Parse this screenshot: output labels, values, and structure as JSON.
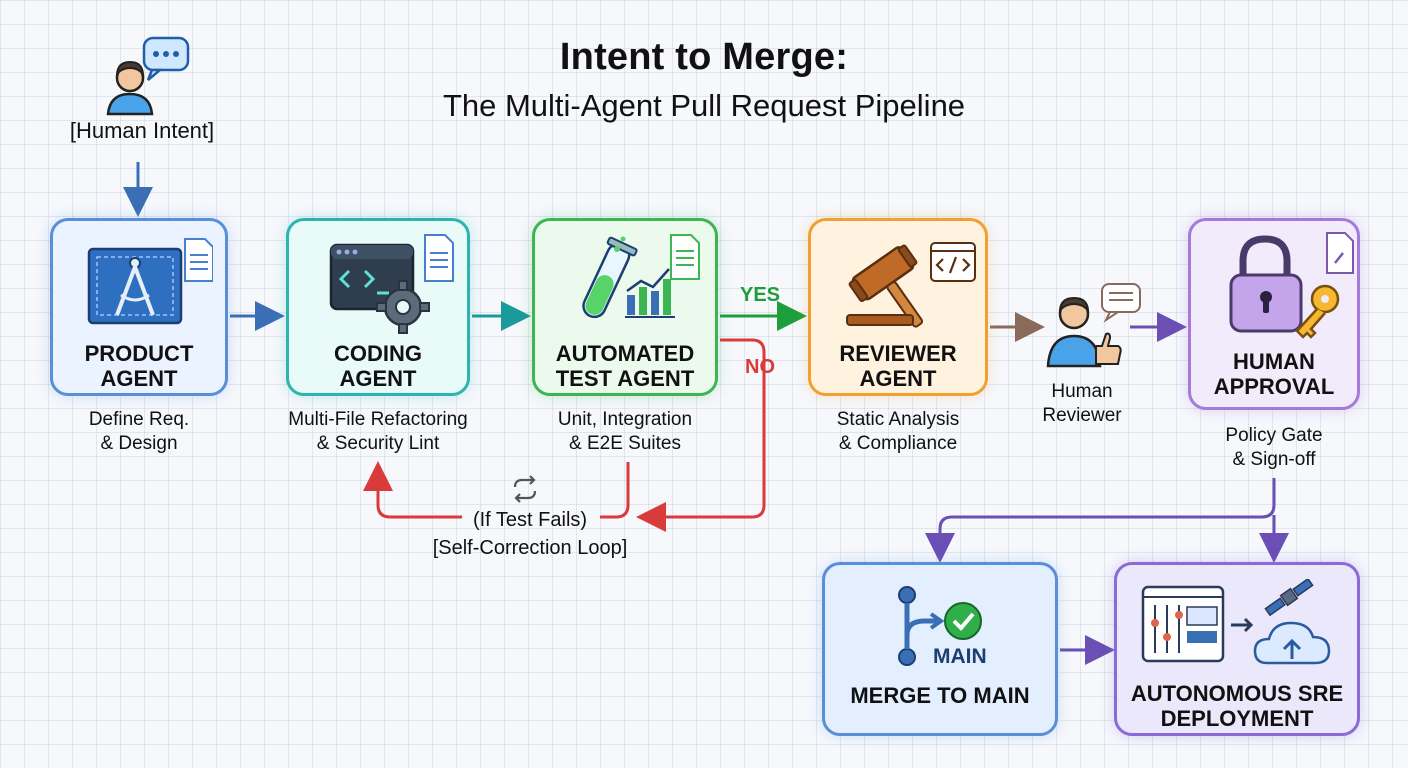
{
  "header": {
    "title": "Intent to Merge:",
    "subtitle": "The Multi-Agent Pull Request Pipeline"
  },
  "intent": {
    "label": "[Human Intent]"
  },
  "stages": [
    {
      "id": "product",
      "label_line1": "PRODUCT",
      "label_line2": "AGENT",
      "desc_line1": "Define Req.",
      "desc_line2": "& Design",
      "color": "#3b82f6"
    },
    {
      "id": "coding",
      "label_line1": "CODING",
      "label_line2": "AGENT",
      "desc_line1": "Multi-File Refactoring",
      "desc_line2": "& Security Lint",
      "color": "#14b8a6"
    },
    {
      "id": "test",
      "label_line1": "AUTOMATED",
      "label_line2": "TEST AGENT",
      "desc_line1": "Unit, Integration",
      "desc_line2": "& E2E Suites",
      "color": "#22c55e"
    },
    {
      "id": "reviewer",
      "label_line1": "REVIEWER",
      "label_line2": "AGENT",
      "desc_line1": "Static Analysis",
      "desc_line2": "& Compliance",
      "color": "#f59e0b"
    },
    {
      "id": "approval",
      "label_line1": "HUMAN",
      "label_line2": "APPROVAL",
      "desc_line1": "Policy Gate",
      "desc_line2": "& Sign-off",
      "color": "#9b6ad6"
    }
  ],
  "human_reviewer": {
    "line1": "Human",
    "line2": "Reviewer"
  },
  "branch": {
    "yes": "YES",
    "no": "NO"
  },
  "loop": {
    "line1": "(If Test Fails)",
    "line2": "[Self-Correction Loop]"
  },
  "outputs": {
    "merge": {
      "branch_label": "MAIN",
      "label": "MERGE TO MAIN",
      "color": "#3b82f6"
    },
    "deploy": {
      "label_line1": "AUTONOMOUS SRE",
      "label_line2": "DEPLOYMENT",
      "color": "#7c6ad6"
    }
  },
  "colors": {
    "blue_arrow": "#3a6fb5",
    "teal_arrow": "#1a9a9a",
    "green_arrow": "#1e9e3a",
    "red_arrow": "#d93a3a",
    "brown_arrow": "#8a6a5a",
    "purple_arrow": "#6b4fb5"
  },
  "icons": [
    "person-icon",
    "speech-bubble-icon",
    "blueprint-compass-icon",
    "document-icon",
    "code-window-icon",
    "gear-icon",
    "test-tube-icon",
    "bar-chart-icon",
    "gavel-icon",
    "code-tag-window-icon",
    "thumbs-up-person-icon",
    "padlock-icon",
    "key-icon",
    "git-branch-icon",
    "check-circle-icon",
    "dashboard-icon",
    "satellite-icon",
    "cloud-upload-icon",
    "refresh-loop-icon"
  ]
}
